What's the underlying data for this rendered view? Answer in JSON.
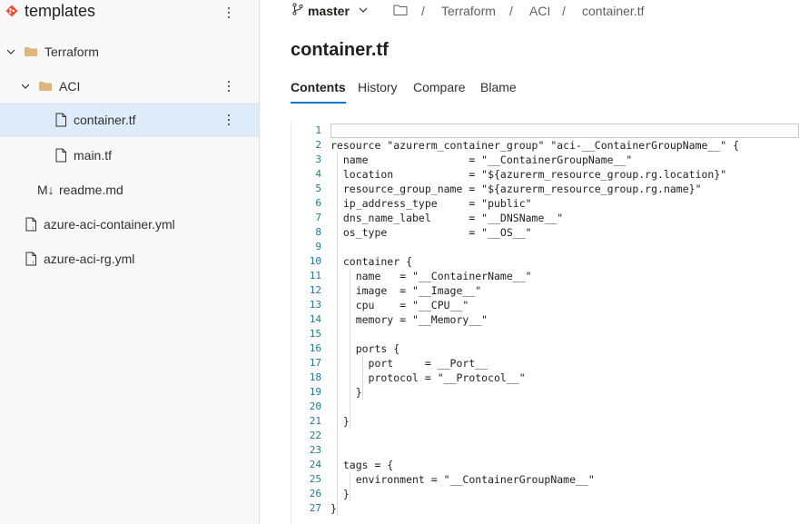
{
  "repo": {
    "title": "templates"
  },
  "tree": [
    {
      "label": "Terraform",
      "kind": "folder",
      "expanded": true
    },
    {
      "label": "ACI",
      "kind": "folder",
      "expanded": true
    },
    {
      "label": "container.tf",
      "kind": "file",
      "selected": true
    },
    {
      "label": "main.tf",
      "kind": "file"
    },
    {
      "label": "readme.md",
      "kind": "markdown",
      "prefix": "M↓"
    },
    {
      "label": "azure-aci-container.yml",
      "kind": "yaml"
    },
    {
      "label": "azure-aci-rg.yml",
      "kind": "yaml"
    }
  ],
  "breadcrumb": {
    "branch": "master",
    "items": [
      "Terraform",
      "ACI",
      "container.tf"
    ],
    "separator": "/"
  },
  "file": {
    "title": "container.tf"
  },
  "tabs": [
    "Contents",
    "History",
    "Compare",
    "Blame"
  ],
  "code": {
    "lines": [
      "",
      "resource \"azurerm_container_group\" \"aci-__ContainerGroupName__\" {",
      "  name                = \"__ContainerGroupName__\"",
      "  location            = \"${azurerm_resource_group.rg.location}\"",
      "  resource_group_name = \"${azurerm_resource_group.rg.name}\"",
      "  ip_address_type     = \"public\"",
      "  dns_name_label      = \"__DNSName__\"",
      "  os_type             = \"__OS__\"",
      "",
      "  container {",
      "    name   = \"__ContainerName__\"",
      "    image  = \"__Image__\"",
      "    cpu    = \"__CPU__\"",
      "    memory = \"__Memory__\"",
      "",
      "    ports {",
      "      port     = __Port__",
      "      protocol = \"__Protocol__\"",
      "    }",
      "",
      "  }",
      "",
      "",
      "  tags = {",
      "    environment = \"__ContainerGroupName__\"",
      "  }",
      "}"
    ]
  },
  "colors": {
    "accent": "#0078d4",
    "selected_bg": "#deecf9",
    "folder": "#dcb67a",
    "logo": "#f05033"
  }
}
